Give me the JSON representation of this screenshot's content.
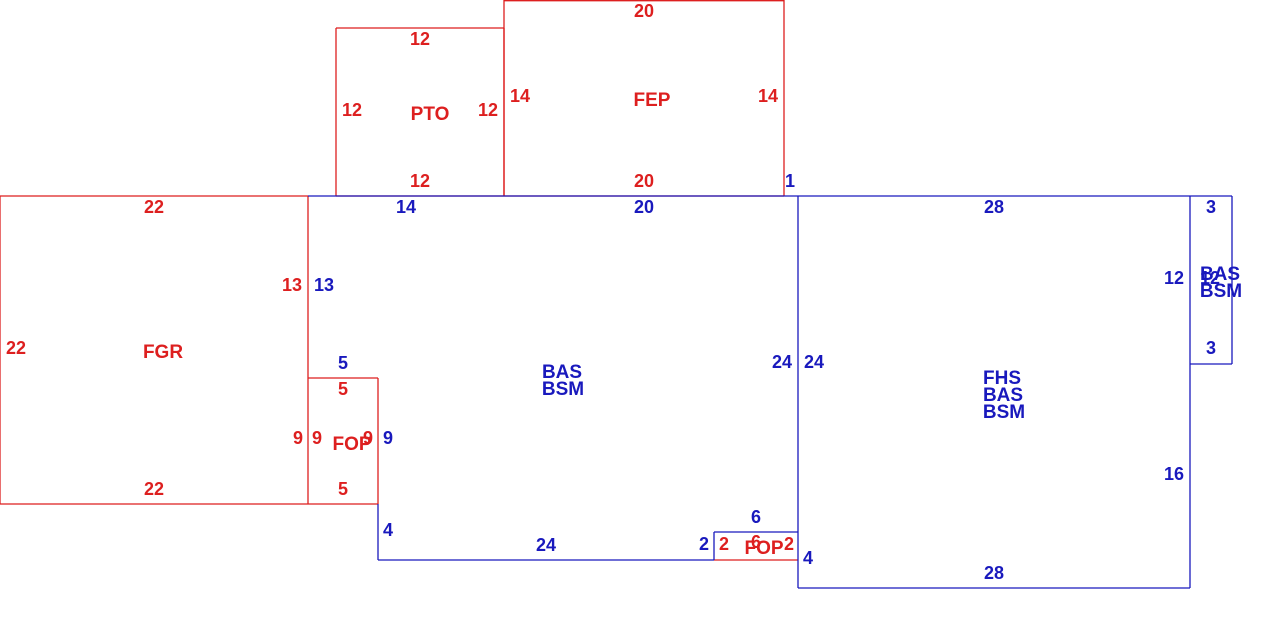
{
  "colors": {
    "red": "#dd1f1f",
    "blue": "#1919bd"
  },
  "areas": {
    "fgr": {
      "code": "FGR"
    },
    "pto": {
      "code": "PTO"
    },
    "fep": {
      "code": "FEP"
    },
    "fop_left": {
      "code": "FOP"
    },
    "fop_bottom": {
      "code": "FOP"
    },
    "main": {
      "code1": "BAS",
      "code2": "BSM"
    },
    "east": {
      "code1": "FHS",
      "code2": "BAS",
      "code3": "BSM"
    },
    "bay": {
      "code1": "BAS",
      "code2": "BSM"
    }
  },
  "dims": {
    "fgr_top": "22",
    "fgr_left": "22",
    "fgr_bottom": "22",
    "fgr_right": "13",
    "pto_top": "12",
    "pto_left": "12",
    "pto_right": "12",
    "pto_bottom": "12",
    "fep_top": "20",
    "fep_left": "14",
    "fep_right": "14",
    "fep_bottom": "20",
    "corner_1": "1",
    "main_top_a": "14",
    "main_top_b": "20",
    "main_left_upper": "13",
    "main_step_top": "5",
    "main_step_right": "9",
    "main_step_down": "4",
    "main_bottom": "24",
    "main_bottom_step": "2",
    "main_right": "24",
    "fop_top": "5",
    "fop_left": "9",
    "fop_right": "9",
    "fop_bottom": "5",
    "east_top": "28",
    "east_left": "24",
    "east_right_upper": "12",
    "east_right_lower": "16",
    "east_bottom": "28",
    "east_left_lower": "4",
    "bay_top": "3",
    "bay_bottom": "3",
    "bay_side": "12",
    "fop2_top": "6",
    "fop2_left": "2",
    "fop2_right": "2",
    "fop2_bottom": "6"
  }
}
